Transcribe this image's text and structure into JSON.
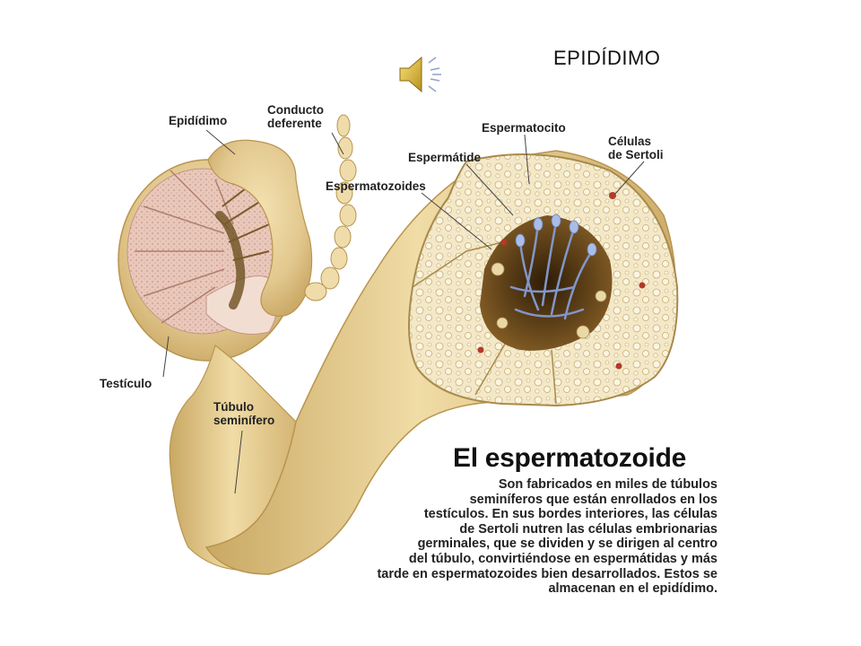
{
  "slide": {
    "title": "EPIDÍDIMO"
  },
  "labels": {
    "epididimo": "Epidídimo",
    "conducto_1": "Conducto",
    "conducto_2": "deferente",
    "espermatocito": "Espermatocito",
    "celulas_1": "Células",
    "celulas_2": "de Sertoli",
    "espermatide": "Espermátide",
    "espermatozoides": "Espermatozoides",
    "testiculo": "Testículo",
    "tubulo_1": "Túbulo",
    "tubulo_2": "seminífero"
  },
  "caption": {
    "title": "El espermatozoide",
    "lines": [
      "Son fabricados en miles de túbulos",
      "seminíferos que están enrollados en los",
      "testículos. En sus bordes interiores, las células",
      "de Sertoli nutren las células embrionarias",
      "germinales, que se dividen y se dirigen al centro",
      "del túbulo, convirtiéndose en espermátidas y más",
      "tarde en espermatozoides bien desarrollados. Estos se",
      "almacenan en el epidídimo."
    ]
  },
  "icons": {
    "speaker": "speaker-icon"
  },
  "colors": {
    "tubule": "#e6cf99",
    "tubule_shadow": "#c9a965",
    "cross_section": "#f1e6c5",
    "lumen": "#5b3d14",
    "sperm": "#9aaedc",
    "testis_pink": "#e8c5b8",
    "sertoli_dot": "#b23a28"
  }
}
